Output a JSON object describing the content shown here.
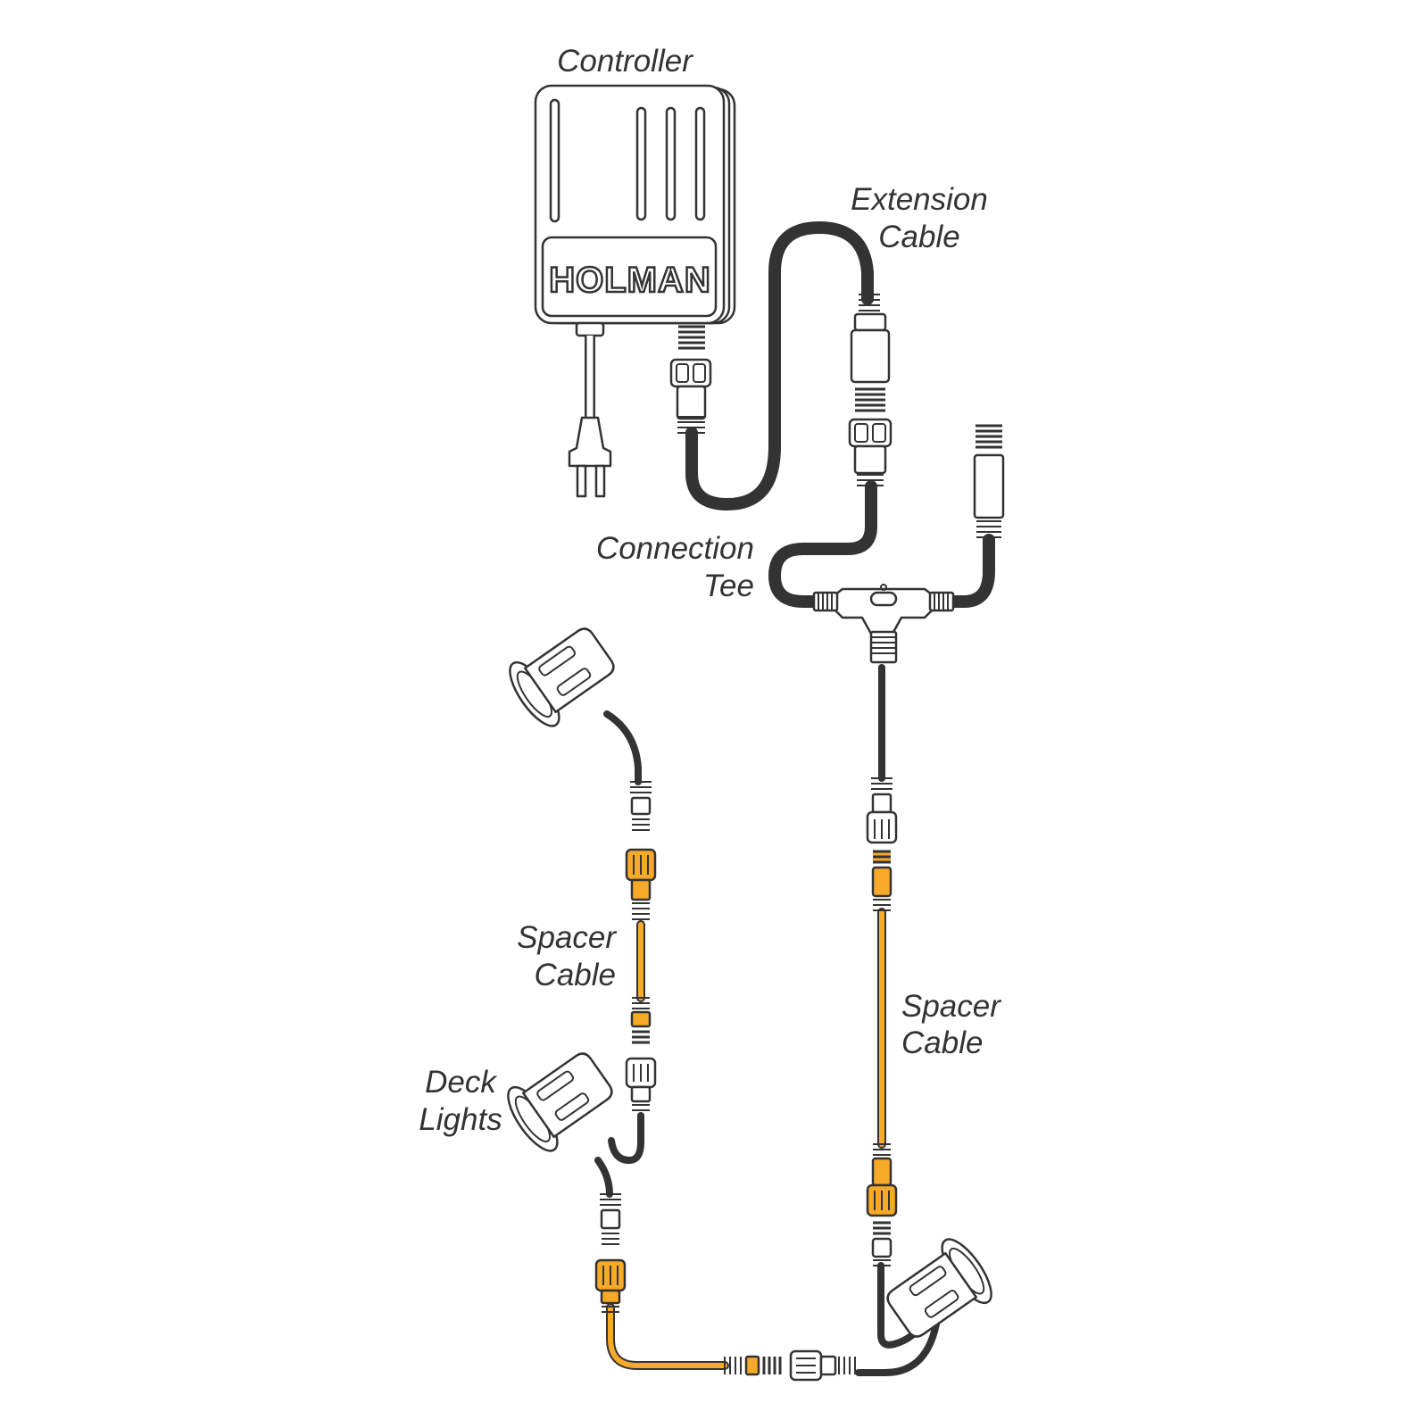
{
  "labels": {
    "controller": "Controller",
    "extension_line1": "Extension",
    "extension_line2": "Cable",
    "tee_line1": "Connection",
    "tee_line2": "Tee",
    "spacer_left_line1": "Spacer",
    "spacer_left_line2": "Cable",
    "spacer_right_line1": "Spacer",
    "spacer_right_line2": "Cable",
    "deck_line1": "Deck",
    "deck_line2": "Lights"
  },
  "logo_text": "HOLMAN",
  "colors": {
    "cable_dark": "#333333",
    "cable_orange": "#f7a928",
    "outline": "#333333",
    "label_text": "#333333",
    "background": "#ffffff"
  }
}
